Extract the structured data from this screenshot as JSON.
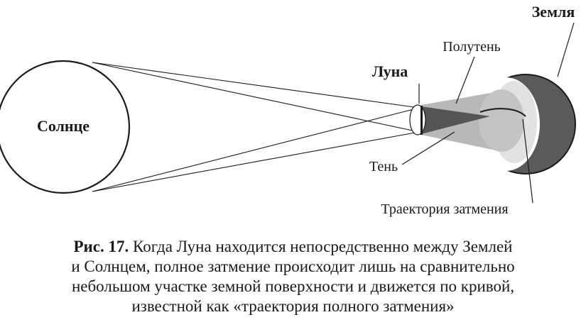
{
  "labels": {
    "sun": "Солнце",
    "moon": "Луна",
    "earth": "Земля",
    "penumbra": "Полутень",
    "umbra": "Тень",
    "eclipse_path": "Траектория затмения"
  },
  "caption": {
    "figure_number": "Рис. 17.",
    "line1_rest": " Когда Луна находится непосредственно между Землей",
    "line2": "и Солнцем, полное затмение происходит лишь на сравнительно",
    "line3": "небольшом участке земной поверхности и движется по кривой,",
    "line4": "известной как «траектория полного затмения»"
  },
  "colors": {
    "ink": "#1a1a1a",
    "penumbra": "#b8b8b8",
    "umbra": "#555555",
    "earth_dark": "#5a5a5a",
    "earth_light": "#cfcfcf"
  }
}
